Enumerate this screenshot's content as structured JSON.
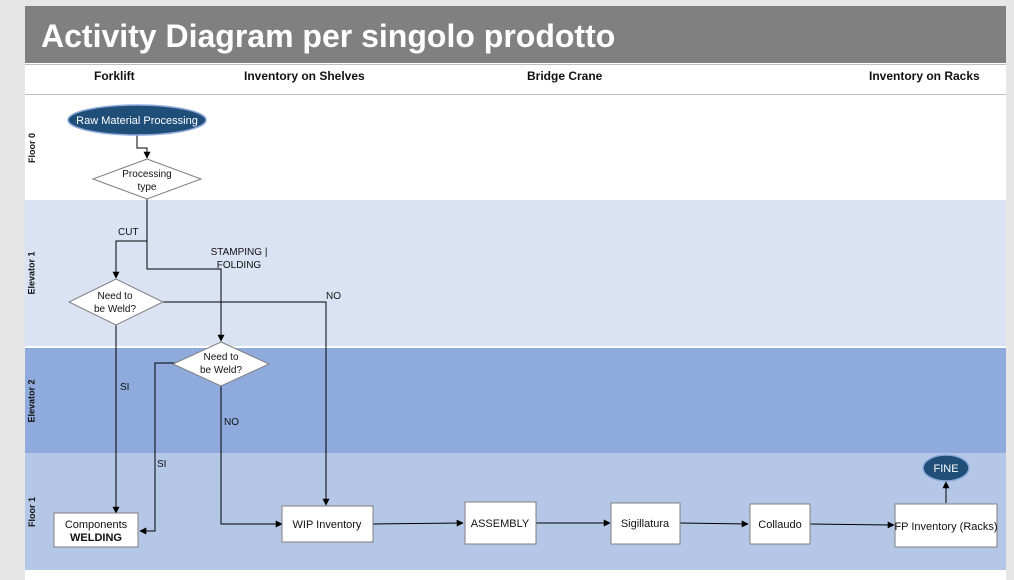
{
  "title": "Activity Diagram per singolo prodotto",
  "columns": [
    "Forklift",
    "Inventory on Shelves",
    "Bridge Crane",
    "Inventory on Racks"
  ],
  "lanes": [
    "Floor 0",
    "Elevator 1",
    "Elevator 2",
    "Floor 1"
  ],
  "colors": {
    "title_bar": "#808080",
    "floor0": "#ffffff",
    "elevator1": "#dae3f3",
    "elevator2": "#8faadc",
    "floor1": "#b4c7e7",
    "terminal": "#1f4e79"
  },
  "nodes": {
    "start": "Raw Material Processing",
    "processing_type": [
      "Processing",
      "type"
    ],
    "need_weld_1": [
      "Need to",
      "be Weld?"
    ],
    "need_weld_2": [
      "Need to",
      "be Weld?"
    ],
    "components_welding": [
      "Components",
      "WELDING"
    ],
    "wip_inventory": "WIP Inventory",
    "assembly": "ASSEMBLY",
    "sigillatura": "Sigillatura",
    "collaudo": "Collaudo",
    "fp_inventory": "FP Inventory (Racks)",
    "end": "FINE"
  },
  "edge_labels": {
    "cut": "CUT",
    "stamping_folding": [
      "STAMPING |",
      "FOLDING"
    ],
    "no_1": "NO",
    "si_1": "SI",
    "no_2": "NO",
    "si_2": "SI"
  }
}
